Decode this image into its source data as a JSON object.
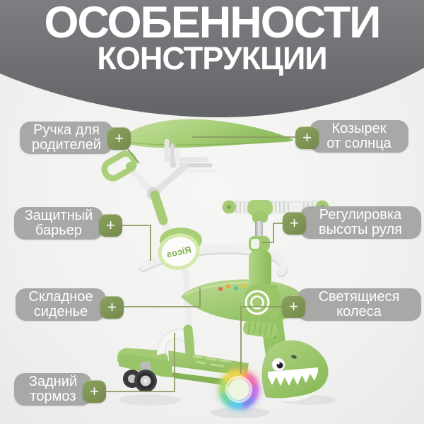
{
  "header": {
    "title_line1": "ОСОБЕННОСТИ",
    "title_line2": "КОНСТРУКЦИИ"
  },
  "ui": {
    "plus": "+"
  },
  "features": [
    {
      "id": "parent-handle",
      "lines": [
        "Ручка для",
        "родителей"
      ],
      "side": "left"
    },
    {
      "id": "safety-barrier",
      "lines": [
        "Защитный",
        "барьер"
      ],
      "side": "left"
    },
    {
      "id": "folding-seat",
      "lines": [
        "Складное",
        "сиденье"
      ],
      "side": "left"
    },
    {
      "id": "rear-brake",
      "lines": [
        "Задний",
        "тормоз"
      ],
      "side": "left"
    },
    {
      "id": "sun-visor",
      "lines": [
        "Козырек",
        "от солнца"
      ],
      "side": "right"
    },
    {
      "id": "handlebar-height",
      "lines": [
        "Регулировка",
        "высоты руля"
      ],
      "side": "right"
    },
    {
      "id": "glowing-wheels",
      "lines": [
        "Светящиеся",
        "колеса"
      ],
      "side": "right"
    }
  ],
  "product": {
    "badge": "Ricos"
  },
  "colors": {
    "header_gray": "#6f7074",
    "pill_gray": "#a8a8a6",
    "accent_green": "#7f9355",
    "line_green": "#8a9b63",
    "product_green": "#a3ca72",
    "background": "#f2f2f0"
  }
}
